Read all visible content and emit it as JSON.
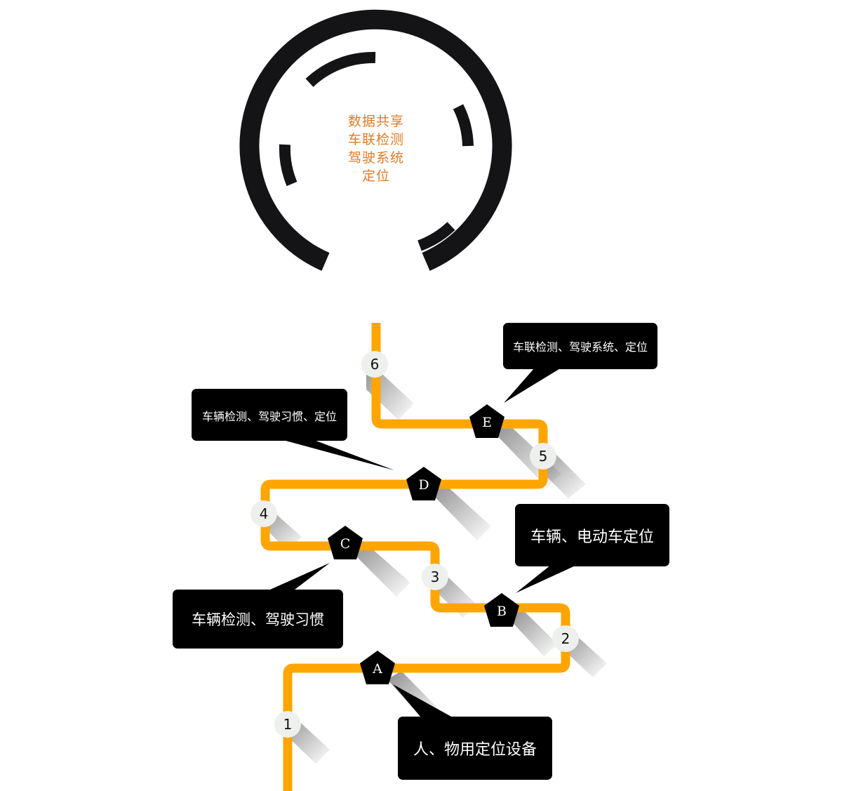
{
  "hub": {
    "lines": [
      "数据共享",
      "车联检测",
      "驾驶系统",
      "定位"
    ],
    "colors": {
      "ring": "#141416",
      "text": "#e07a26"
    }
  },
  "path": {
    "color": "#ffa500"
  },
  "steps": [
    {
      "label": "1"
    },
    {
      "label": "2"
    },
    {
      "label": "3"
    },
    {
      "label": "4"
    },
    {
      "label": "5"
    },
    {
      "label": "6"
    }
  ],
  "milestones": [
    {
      "letter": "A",
      "callout": "人、物用定位设备"
    },
    {
      "letter": "B",
      "callout": "车辆、电动车定位"
    },
    {
      "letter": "C",
      "callout": "车辆检测、驾驶习惯"
    },
    {
      "letter": "D",
      "callout": "车辆检测、驾驶习惯、定位"
    },
    {
      "letter": "E",
      "callout": "车联检测、驾驶系统、定位"
    }
  ]
}
